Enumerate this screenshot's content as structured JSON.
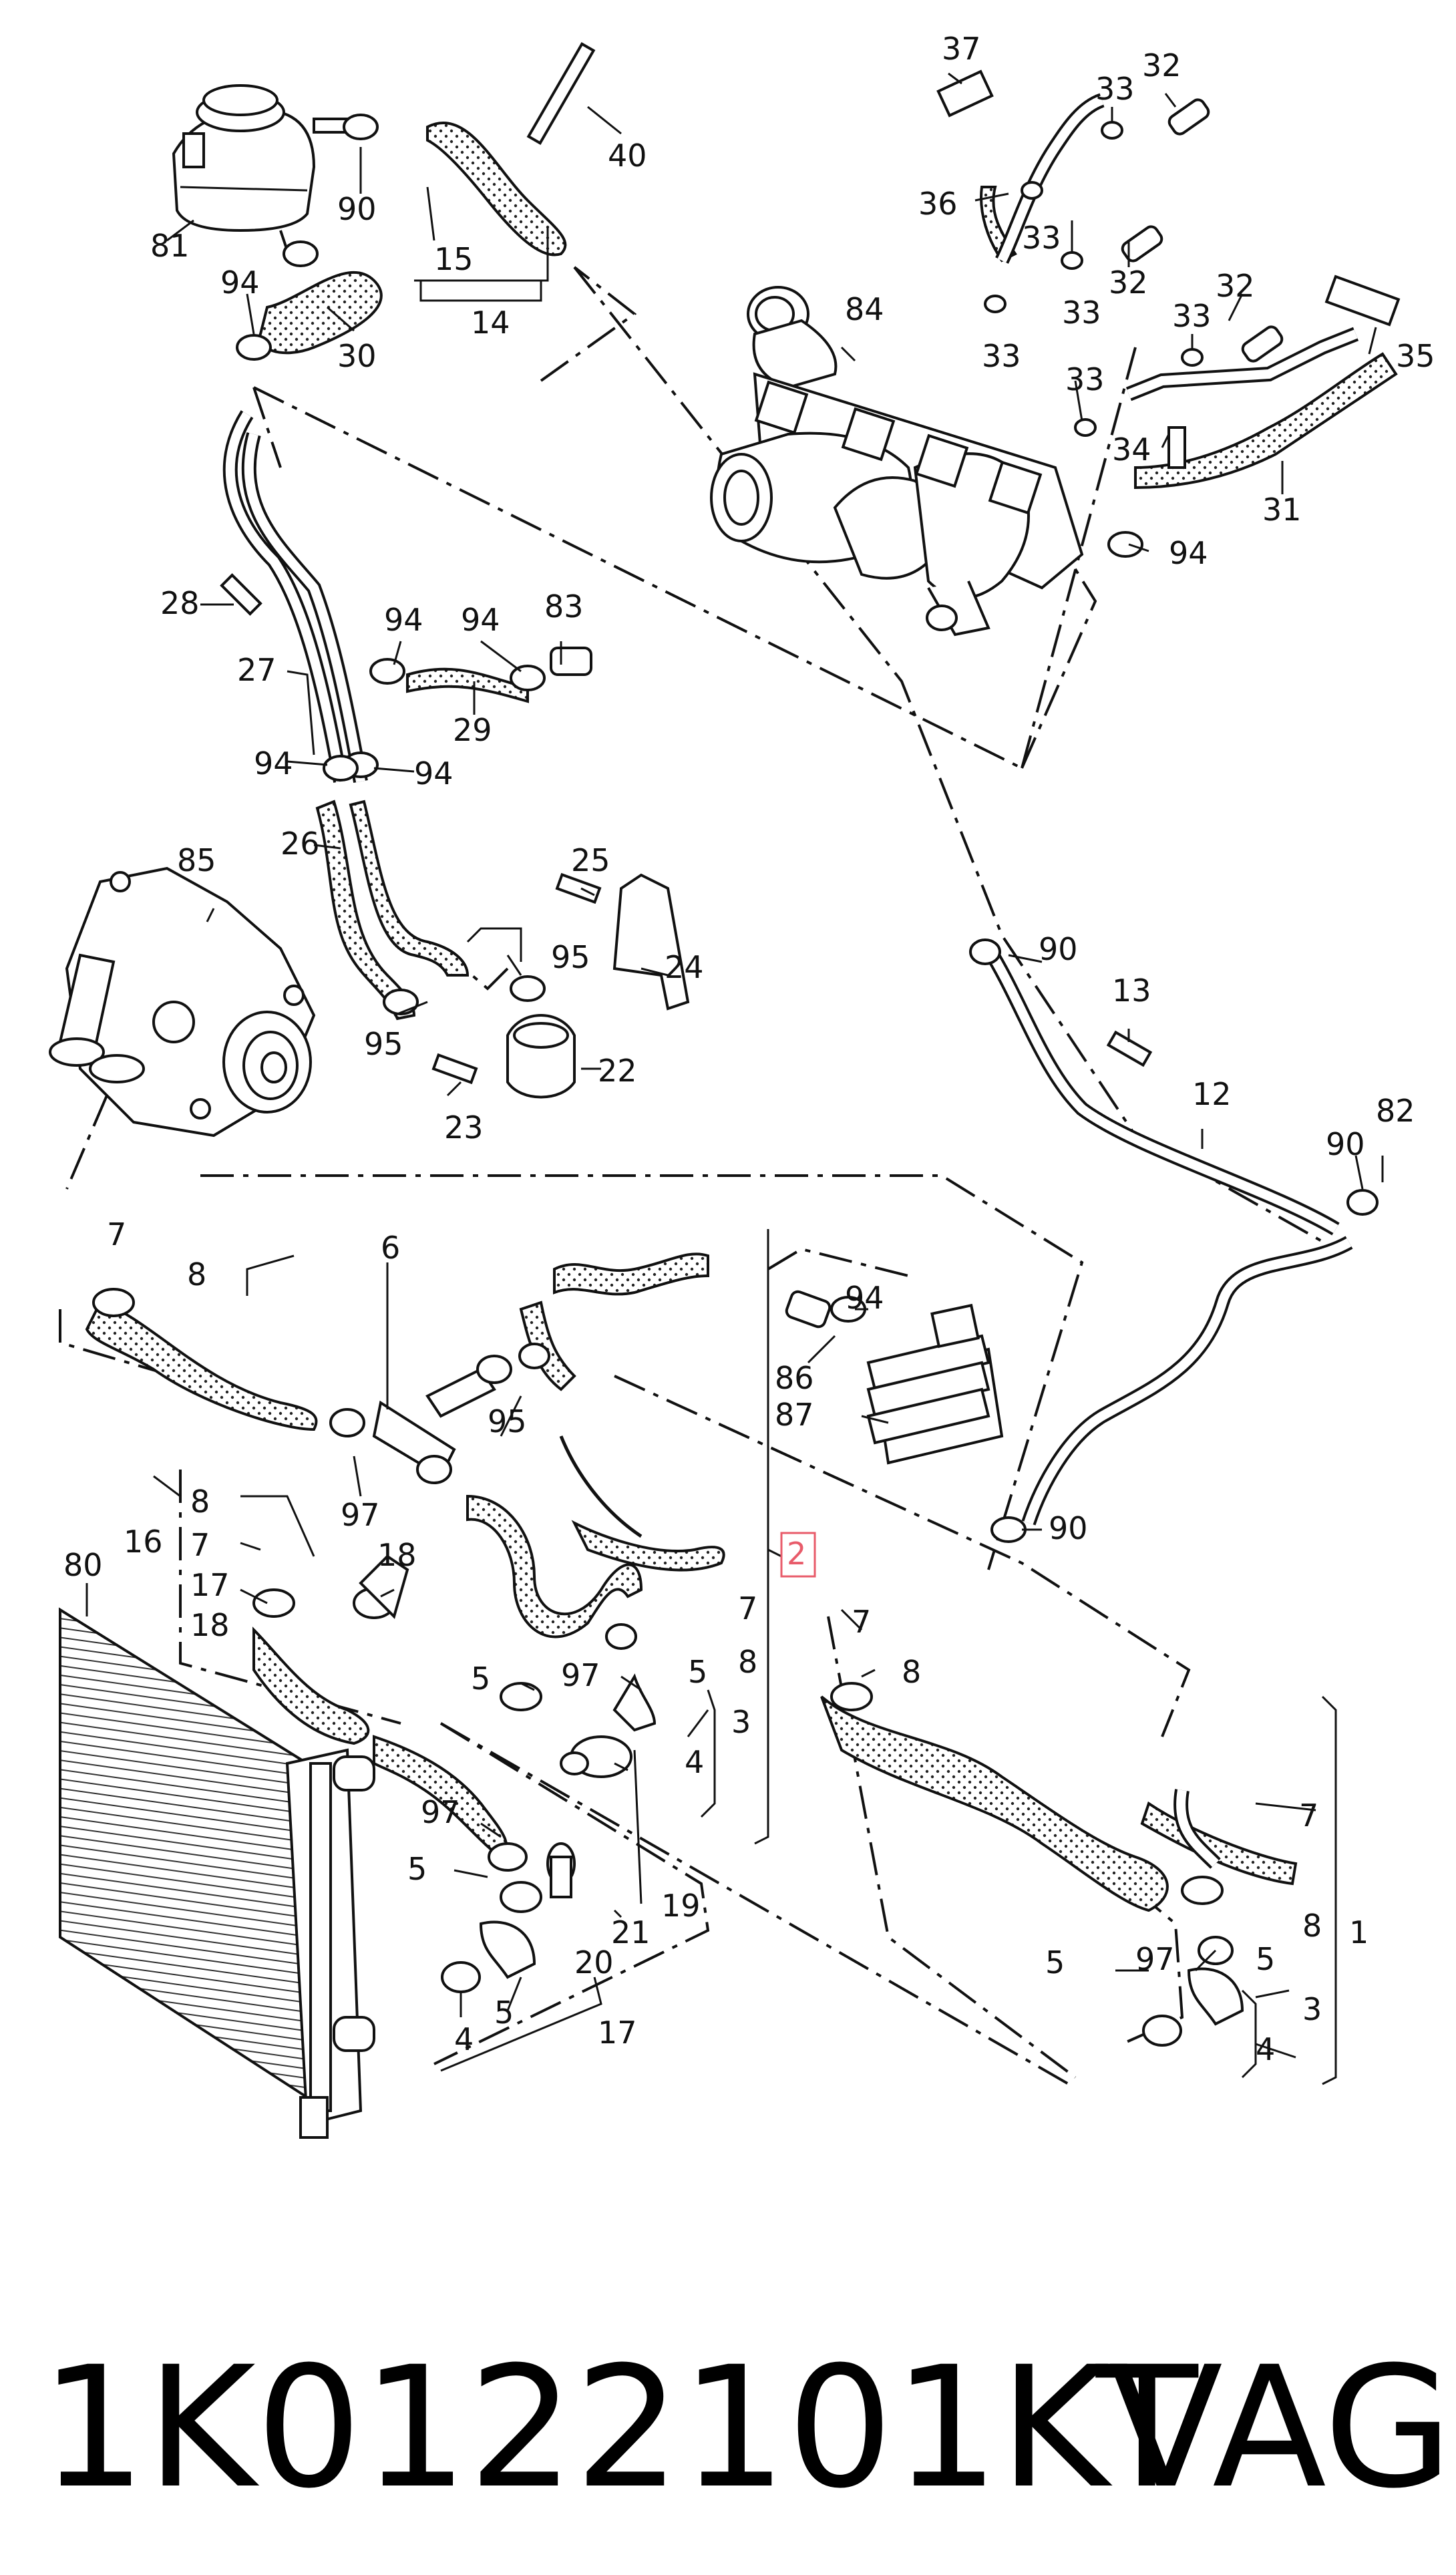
{
  "footer": {
    "part_number": "1K0122101KT",
    "brand": "VAG"
  },
  "highlight": {
    "label": "2",
    "color": "#e85b6a"
  },
  "callouts": [
    {
      "id": "37",
      "text": "37"
    },
    {
      "id": "33a",
      "text": "33"
    },
    {
      "id": "32a",
      "text": "32"
    },
    {
      "id": "36",
      "text": "36"
    },
    {
      "id": "33b",
      "text": "33"
    },
    {
      "id": "33c",
      "text": "33"
    },
    {
      "id": "32b",
      "text": "32"
    },
    {
      "id": "32c",
      "text": "32"
    },
    {
      "id": "33d",
      "text": "33"
    },
    {
      "id": "33e",
      "text": "33"
    },
    {
      "id": "35",
      "text": "35"
    },
    {
      "id": "33f",
      "text": "33"
    },
    {
      "id": "34",
      "text": "34"
    },
    {
      "id": "31",
      "text": "31"
    },
    {
      "id": "94a",
      "text": "94"
    },
    {
      "id": "84",
      "text": "84"
    },
    {
      "id": "40",
      "text": "40"
    },
    {
      "id": "90a",
      "text": "90"
    },
    {
      "id": "81",
      "text": "81"
    },
    {
      "id": "15",
      "text": "15"
    },
    {
      "id": "14",
      "text": "14"
    },
    {
      "id": "94b",
      "text": "94"
    },
    {
      "id": "30",
      "text": "30"
    },
    {
      "id": "28",
      "text": "28"
    },
    {
      "id": "94c",
      "text": "94"
    },
    {
      "id": "94d",
      "text": "94"
    },
    {
      "id": "83",
      "text": "83"
    },
    {
      "id": "27",
      "text": "27"
    },
    {
      "id": "29",
      "text": "29"
    },
    {
      "id": "94e",
      "text": "94"
    },
    {
      "id": "94f",
      "text": "94"
    },
    {
      "id": "26",
      "text": "26"
    },
    {
      "id": "85",
      "text": "85"
    },
    {
      "id": "25",
      "text": "25"
    },
    {
      "id": "95a",
      "text": "95"
    },
    {
      "id": "24",
      "text": "24"
    },
    {
      "id": "95b",
      "text": "95"
    },
    {
      "id": "22",
      "text": "22"
    },
    {
      "id": "23",
      "text": "23"
    },
    {
      "id": "90b",
      "text": "90"
    },
    {
      "id": "13",
      "text": "13"
    },
    {
      "id": "12",
      "text": "12"
    },
    {
      "id": "90c",
      "text": "90"
    },
    {
      "id": "82",
      "text": "82"
    },
    {
      "id": "6",
      "text": "6"
    },
    {
      "id": "7a",
      "text": "7"
    },
    {
      "id": "8a",
      "text": "8"
    },
    {
      "id": "94g",
      "text": "94"
    },
    {
      "id": "86",
      "text": "86"
    },
    {
      "id": "87",
      "text": "87"
    },
    {
      "id": "95c",
      "text": "95"
    },
    {
      "id": "97a",
      "text": "97"
    },
    {
      "id": "90d",
      "text": "90"
    },
    {
      "id": "80",
      "text": "80"
    },
    {
      "id": "8b",
      "text": "8"
    },
    {
      "id": "16",
      "text": "16"
    },
    {
      "id": "7b",
      "text": "7"
    },
    {
      "id": "17a",
      "text": "17"
    },
    {
      "id": "18a",
      "text": "18"
    },
    {
      "id": "18b",
      "text": "18"
    },
    {
      "id": "7c",
      "text": "7"
    },
    {
      "id": "8c",
      "text": "8"
    },
    {
      "id": "7d",
      "text": "7"
    },
    {
      "id": "8d",
      "text": "8"
    },
    {
      "id": "5a",
      "text": "5"
    },
    {
      "id": "97b",
      "text": "97"
    },
    {
      "id": "5b",
      "text": "5"
    },
    {
      "id": "3a",
      "text": "3"
    },
    {
      "id": "4a",
      "text": "4"
    },
    {
      "id": "97c",
      "text": "97"
    },
    {
      "id": "5c",
      "text": "5"
    },
    {
      "id": "19",
      "text": "19"
    },
    {
      "id": "21",
      "text": "21"
    },
    {
      "id": "20",
      "text": "20"
    },
    {
      "id": "4b",
      "text": "4"
    },
    {
      "id": "5d",
      "text": "5"
    },
    {
      "id": "17b",
      "text": "17"
    },
    {
      "id": "7e",
      "text": "7"
    },
    {
      "id": "8e",
      "text": "8"
    },
    {
      "id": "1",
      "text": "1"
    },
    {
      "id": "5e",
      "text": "5"
    },
    {
      "id": "97d",
      "text": "97"
    },
    {
      "id": "5f",
      "text": "5"
    },
    {
      "id": "3b",
      "text": "3"
    },
    {
      "id": "4c",
      "text": "4"
    }
  ]
}
